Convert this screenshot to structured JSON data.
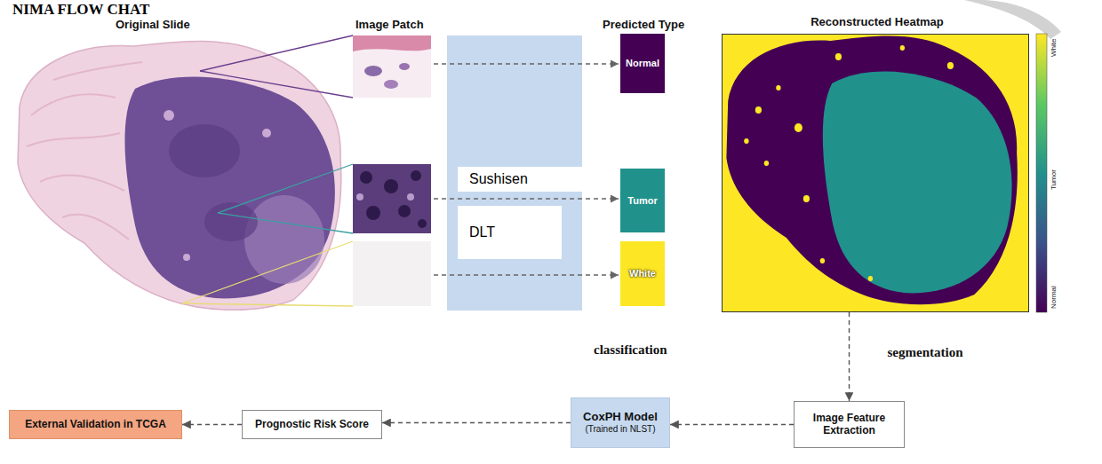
{
  "diagram": {
    "title": "NIMA FLOW CHAT",
    "nodes": [
      {
        "text": [
          "Sushisen"
        ]
      },
      {
        "text": [
          "DLT"
        ]
      },
      {
        "text": [
          "Normal"
        ]
      },
      {
        "text": [
          "Tumor"
        ]
      },
      {
        "text": [
          "White"
        ]
      },
      {
        "text": [
          "Reconstructed Heatmap"
        ]
      },
      {
        "text": [
          "External Validation in TCGA"
        ]
      },
      {
        "text": [
          "Prognostic Risk Score"
        ]
      },
      {
        "text": [
          "CoxPH Model",
          "(Trained in NLST)"
        ]
      },
      {
        "text": [
          "Image Feature Extraction"
        ]
      }
    ],
    "edges": [
      {
        "from": 5,
        "to": 9,
        "label": "segmentation",
        "arrow": "to"
      },
      {
        "from": 9,
        "to": 8,
        "arrow": "to"
      },
      {
        "from": 8,
        "to": 7,
        "arrow": "to"
      },
      {
        "from": 7,
        "to": 6,
        "arrow": "to"
      }
    ],
    "labels": [
      "Original Slide",
      "Image Patch",
      "Predicted Type",
      "White",
      "Tumor",
      "Normal",
      "classification"
    ]
  }
}
